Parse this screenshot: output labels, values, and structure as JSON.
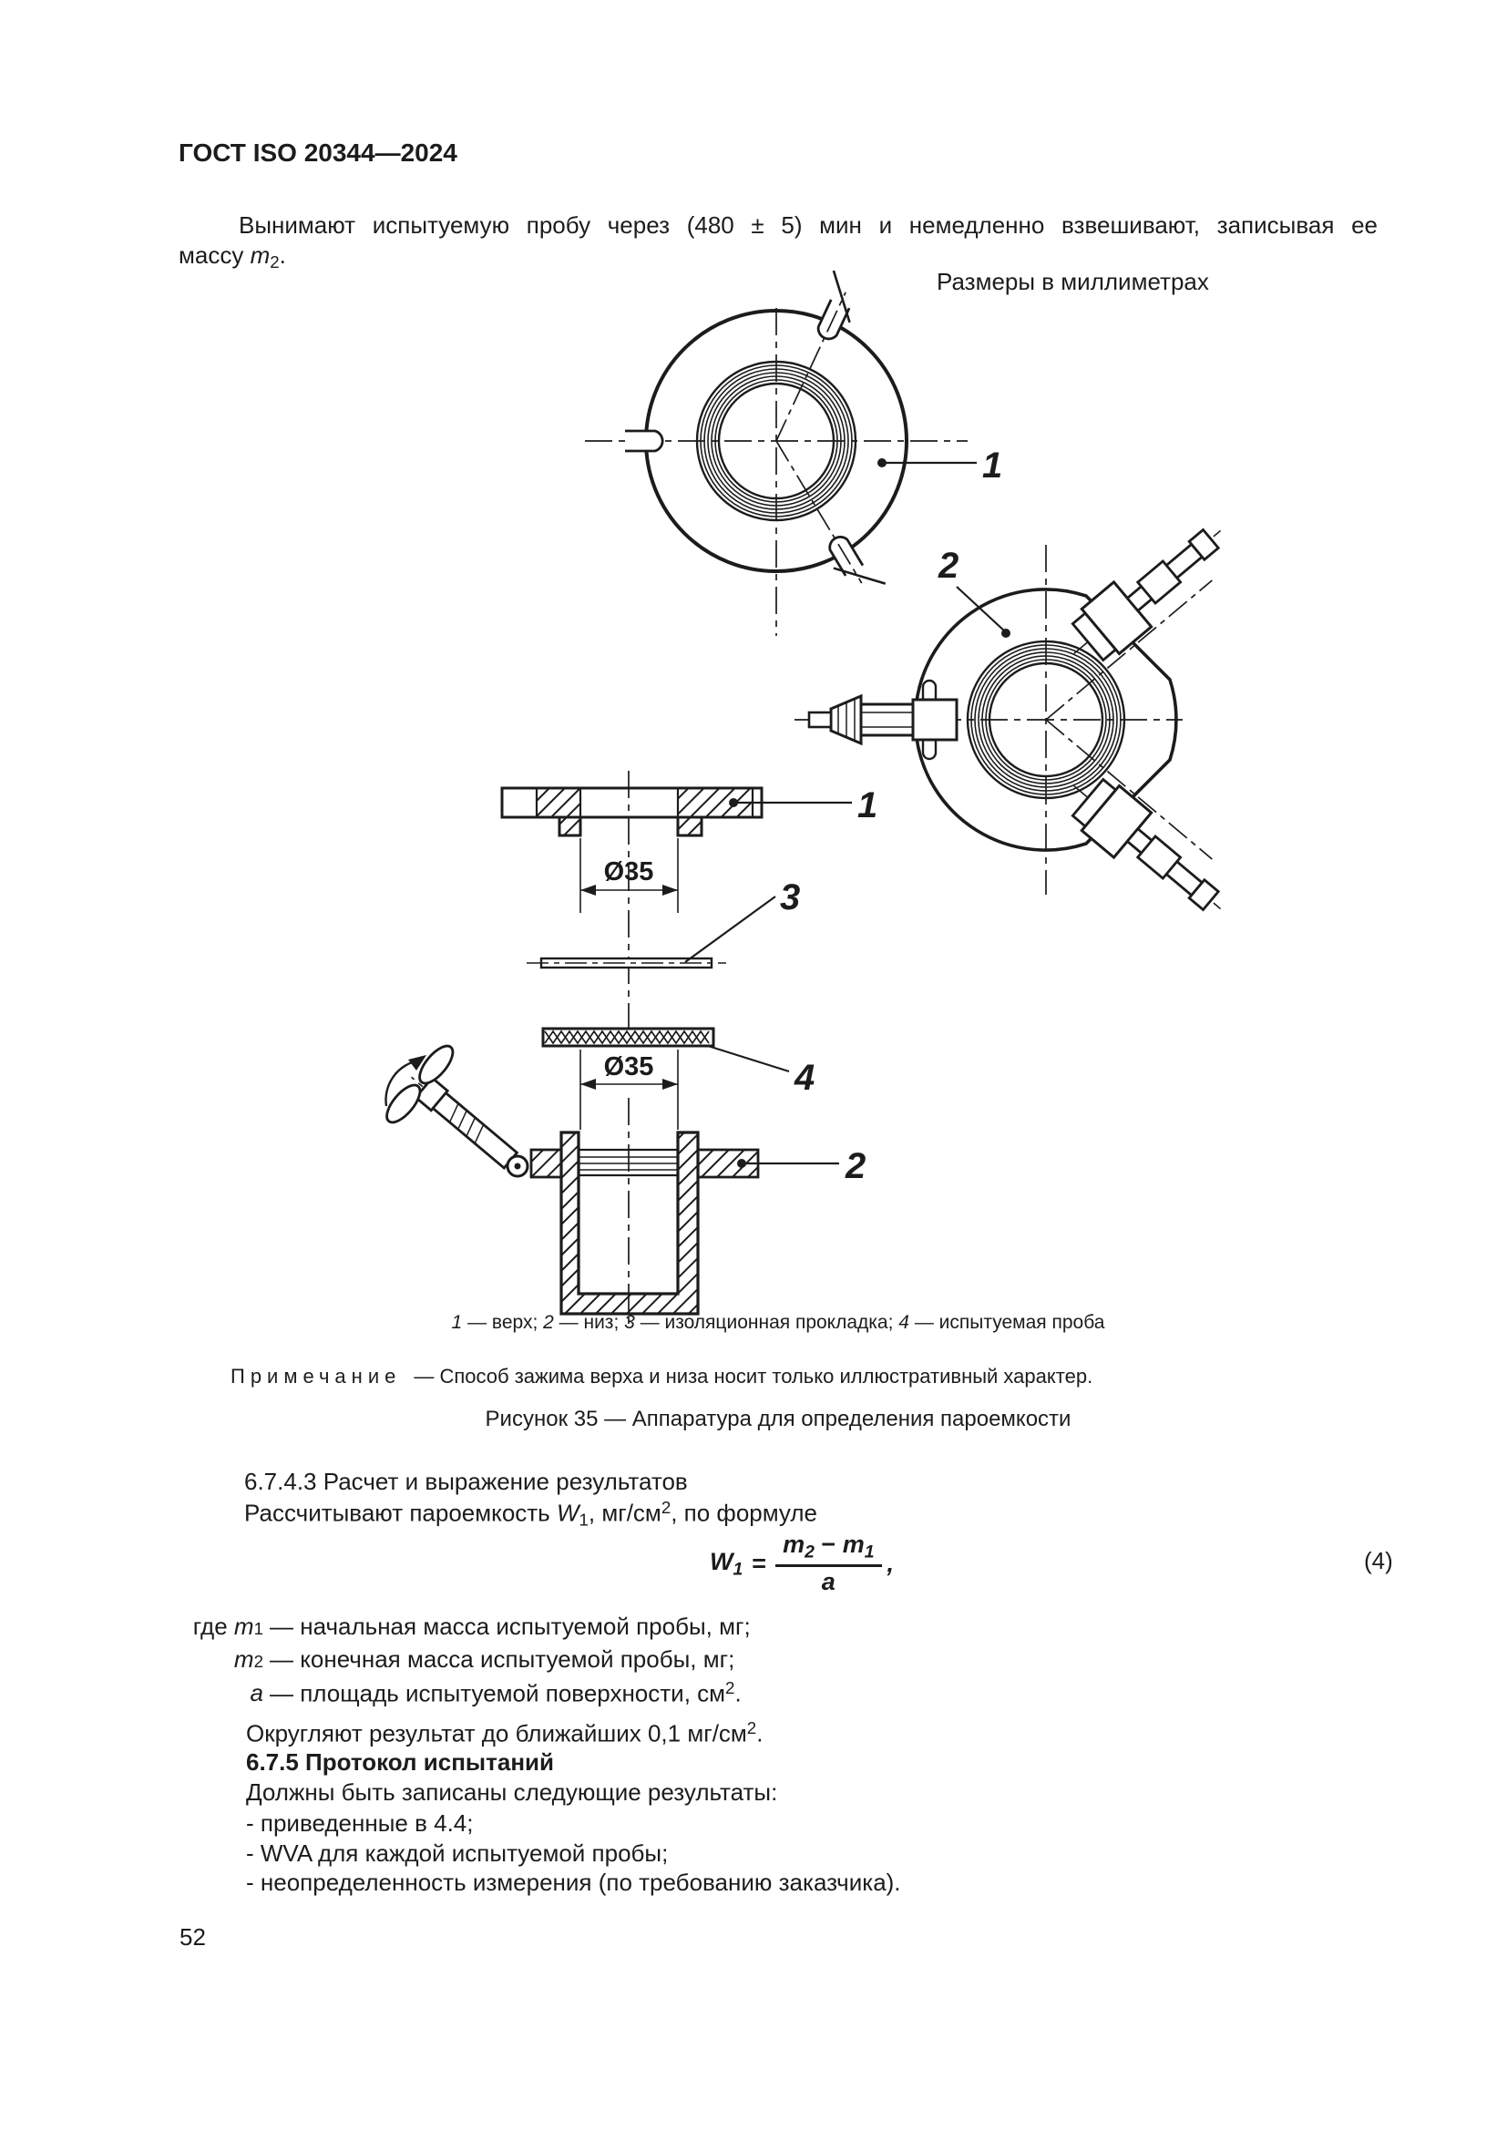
{
  "header": {
    "title": "ГОСТ ISO 20344—2024"
  },
  "intro": {
    "line1": "Вынимают испытуемую пробу через (480 ± 5) мин и немедленно взвешивают, записывая ее",
    "line2_text": "массу ",
    "line2_var": "m",
    "line2_sub": "2",
    "line2_end": "."
  },
  "figure": {
    "units_note": "Размеры в миллиметрах",
    "dim_top": "Ø35",
    "dim_bottom": "Ø35",
    "callout_top_ring": "1",
    "callout_bottom_ring": "2",
    "callout_flange": "1",
    "callout_gasket": "3",
    "callout_sample": "4",
    "callout_cup": "2",
    "legend": {
      "n1": "1",
      "t1": " — верх; ",
      "n2": "2",
      "t2": " — низ; ",
      "n3": "3",
      "t3": " — изоляционная прокладка; ",
      "n4": "4",
      "t4": " — испытуемая проба"
    },
    "note_label": "Примечание",
    "note_text": "—  Способ зажима верха и низа носит только иллюстративный характер.",
    "caption": "Рисунок 35 — Аппаратура для определения пароемкости"
  },
  "calc": {
    "heading": "6.7.4.3 Расчет и выражение результатов",
    "p_pre": "Рассчитывают пароемкость ",
    "p_var": "W",
    "p_var_sub": "1",
    "p_mid": ", мг/см",
    "p_sup": "2",
    "p_post": ", по формуле",
    "formula": {
      "lhs_var": "W",
      "lhs_sub": "1",
      "eq": "=",
      "num_var1": "m",
      "num_sub1": "2",
      "minus": "−",
      "num_var2": "m",
      "num_sub2": "1",
      "den": "a",
      "comma": ",",
      "number": "(4)"
    },
    "where": {
      "lead": "где",
      "rows": [
        {
          "var": "m",
          "sub": "1",
          "text": "— начальная масса испытуемой пробы, мг;"
        },
        {
          "var": "m",
          "sub": "2",
          "text": "— конечная масса испытуемой пробы, мг;"
        },
        {
          "var": "a",
          "sub": "",
          "text": "— площадь испытуемой поверхности, см"
        }
      ],
      "row3_sup": "2",
      "row3_end": "."
    },
    "round_text": "Округляют результат до ближайших 0,1 мг/см",
    "round_sup": "2",
    "round_end": "."
  },
  "protocol": {
    "heading": "6.7.5 Протокол испытаний",
    "intro": "Должны быть записаны следующие результаты:",
    "items": [
      "- приведенные в 4.4;",
      "- WVA для каждой испытуемой пробы;",
      "- неопределенность измерения (по требованию заказчика)."
    ]
  },
  "footer": {
    "page_number": "52"
  }
}
